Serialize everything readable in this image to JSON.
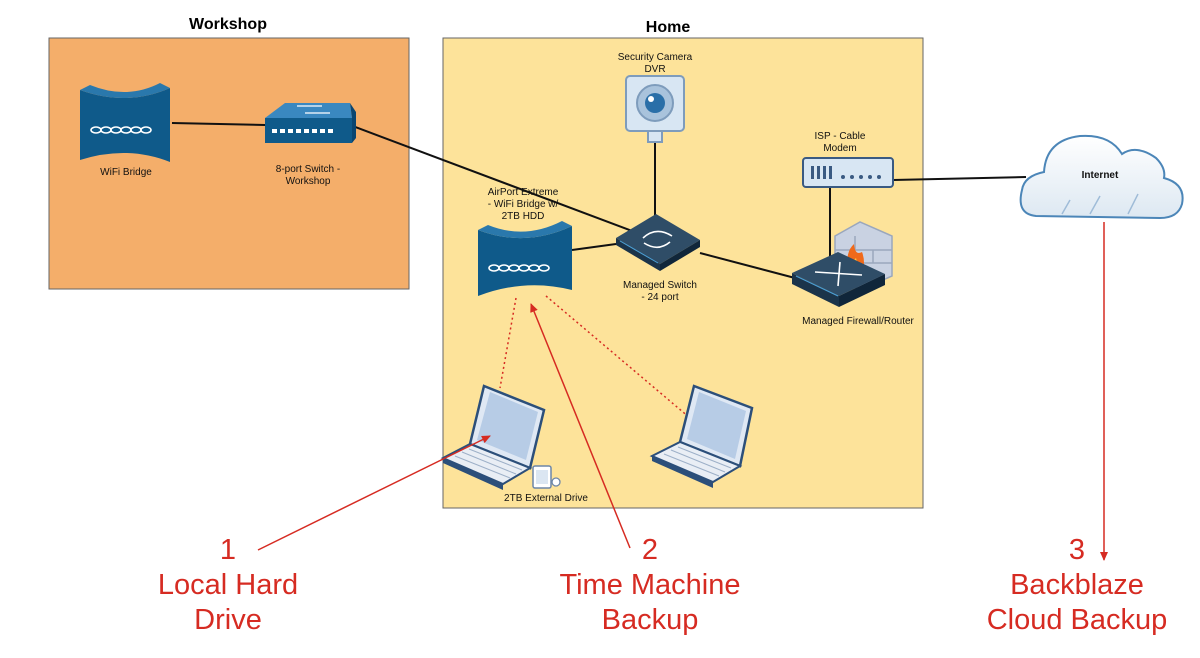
{
  "zones": {
    "workshop": {
      "title": "Workshop"
    },
    "home": {
      "title": "Home"
    }
  },
  "devices": {
    "wifi_bridge": {
      "label": "WiFi Bridge",
      "icon": "wifi-bridge-icon"
    },
    "switch_workshop": {
      "label_lines": [
        "8-port Switch -",
        "Workshop"
      ],
      "icon": "network-switch-icon"
    },
    "airport": {
      "label_lines": [
        "AirPort Extreme",
        "- WiFi Bridge w/",
        "2TB HDD"
      ],
      "icon": "wifi-bridge-icon"
    },
    "camera": {
      "label_lines": [
        "Security Camera",
        "DVR"
      ],
      "icon": "security-camera-icon"
    },
    "managed_switch": {
      "label_lines": [
        "Managed Switch",
        "- 24 port"
      ],
      "icon": "managed-switch-icon"
    },
    "modem": {
      "label_lines": [
        "ISP - Cable",
        "Modem"
      ],
      "icon": "cable-modem-icon"
    },
    "firewall": {
      "label": "Managed Firewall/Router",
      "icon": "firewall-router-icon"
    },
    "internet": {
      "label": "Internet",
      "icon": "cloud-icon"
    },
    "laptop_left": {
      "icon": "laptop-icon"
    },
    "laptop_right": {
      "icon": "laptop-icon"
    },
    "external_drive": {
      "label": "2TB External Drive",
      "icon": "external-drive-icon"
    }
  },
  "steps": [
    {
      "number": "1",
      "lines": [
        "Local Hard",
        "Drive"
      ]
    },
    {
      "number": "2",
      "lines": [
        "Time Machine",
        "Backup"
      ]
    },
    {
      "number": "3",
      "lines": [
        "Backblaze",
        "Cloud Backup"
      ]
    }
  ],
  "colors": {
    "workshop_fill": "#f4ae6a",
    "home_fill": "#fde39a",
    "device_blue": "#0f5a8a",
    "annotation_red": "#d62b22",
    "connection": "#111111"
  }
}
